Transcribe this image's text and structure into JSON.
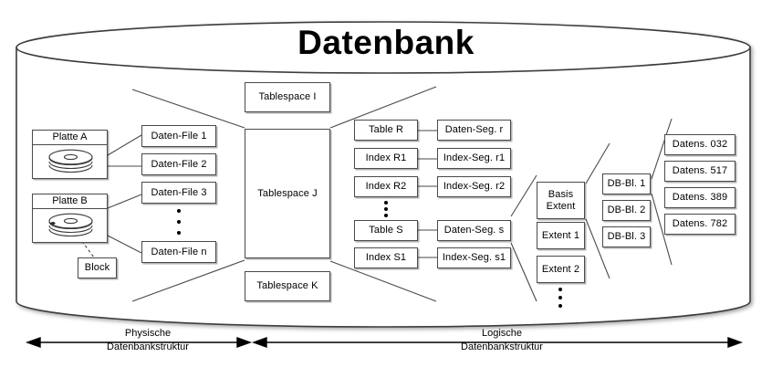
{
  "diagram": {
    "title": "Datenbank",
    "physical": {
      "disks": [
        {
          "label": "Platte A",
          "icon": "disk-platter-icon"
        },
        {
          "label": "Platte B",
          "icon": "disk-platter-icon"
        }
      ],
      "block": "Block",
      "data_files": [
        "Daten-File 1",
        "Daten-File 2",
        "Daten-File 3",
        "Daten-File n"
      ],
      "data_files_ellipsis": true
    },
    "tablespaces": [
      "Tablespace I",
      "Tablespace J",
      "Tablespace K"
    ],
    "logical": {
      "objects": [
        "Table R",
        "Index R1",
        "Index R2",
        "Table S",
        "Index S1"
      ],
      "objects_ellipsis_after": "Index R2",
      "segments": [
        "Daten-Seg. r",
        "Index-Seg. r1",
        "Index-Seg. r2",
        "Daten-Seg. s",
        "Index-Seg. s1"
      ],
      "extents": [
        "Basis Extent",
        "Extent 1",
        "Extent 2"
      ],
      "extents_basis_line1": "Basis",
      "extents_basis_line2": "Extent",
      "extents_ellipsis": true,
      "blocks": [
        "DB-Bl. 1",
        "DB-Bl. 2",
        "DB-Bl. 3"
      ],
      "records": [
        "Datens. 032",
        "Datens. 517",
        "Datens. 389",
        "Datens. 782"
      ]
    },
    "legend": {
      "left_line1": "Physische",
      "left_line2": "Datenbankstruktur",
      "right_line1": "Logische",
      "right_line2": "Datenbankstruktur"
    },
    "colors": {
      "stroke": "#4a4a4a",
      "cylinder_stroke": "#3d3d3d",
      "background": "#ffffff",
      "text": "#000000"
    }
  }
}
